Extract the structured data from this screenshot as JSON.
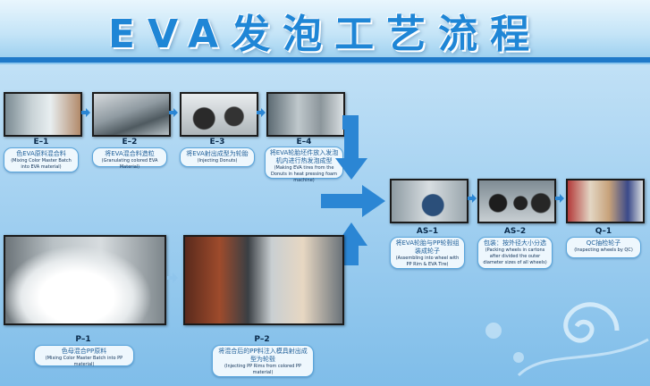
{
  "title": "EVA发泡工艺流程",
  "steps": [
    {
      "code": "E–1",
      "cn": "色EVA原料混合料",
      "en": "(Mixing Color Master Batch into EVA material)"
    },
    {
      "code": "E–2",
      "cn": "将EVA混合料造粒",
      "en": "(Granulating colored EVA Material)"
    },
    {
      "code": "E–3",
      "cn": "将EVA射出成型为轮胎",
      "en": "(Injecting  Donuts)"
    },
    {
      "code": "E–4",
      "cn": "将EVA轮胎坯件放入发泡机内进行热发泡成型",
      "en": "(Making EVA tires from the Donuts in heat pressing foam machine)"
    },
    {
      "code": "P–1",
      "cn": "色母混合PP原料",
      "en": "(Mixing Color Master Batch into PP material)"
    },
    {
      "code": "P–2",
      "cn": "将混合后的PP料注入模具射出成型为轮毂",
      "en": "(Injecting PP Rims from colored PP material)"
    },
    {
      "code": "AS–1",
      "cn": "将EVA轮胎与PP轮毂组装成轮子",
      "en": "(Assembling into wheel with PP Rim & EVA Tire)"
    },
    {
      "code": "AS–2",
      "cn": "包装：按外径大小分选",
      "en": "(Packing wheels in cartons after divided the outer diameter sizes of all wheels)"
    },
    {
      "code": "Q–1",
      "cn": "QC抽检轮子",
      "en": "(Inspecting wheels by QC)"
    }
  ],
  "colors": {
    "accent": "#1f86d6",
    "arrow": "#2b86d4",
    "band": "#1f79c9"
  }
}
